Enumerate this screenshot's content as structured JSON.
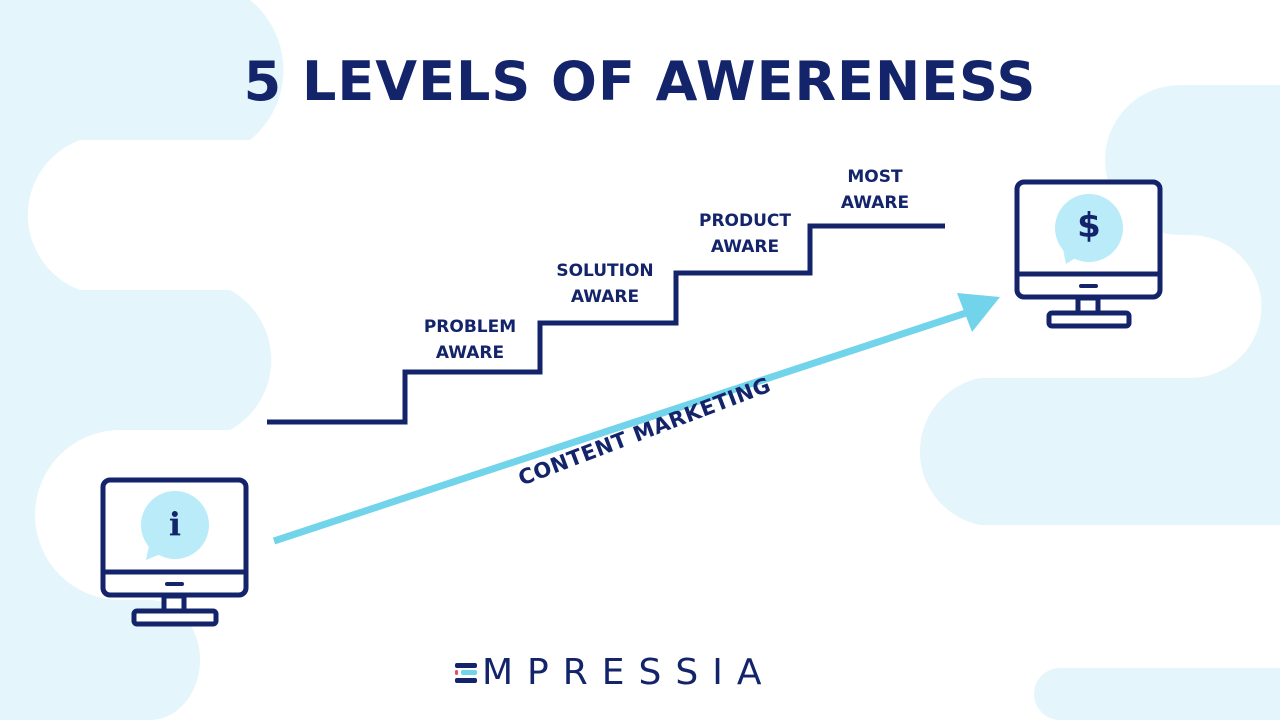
{
  "title": "5 LEVELS OF AWERENESS",
  "steps": [
    {
      "line1": "PROBLEM",
      "line2": "AWARE"
    },
    {
      "line1": "SOLUTION",
      "line2": "AWARE"
    },
    {
      "line1": "PRODUCT",
      "line2": "AWARE"
    },
    {
      "line1": "MOST",
      "line2": "AWARE"
    }
  ],
  "arrow_label": "CONTENT MARKETING",
  "left_icon": {
    "name": "info-monitor-icon",
    "glyph": "i"
  },
  "right_icon": {
    "name": "dollar-monitor-icon",
    "glyph": "$"
  },
  "brand": "MPRESSIA",
  "colors": {
    "navy": "#13246b",
    "cyan": "#71d4ea",
    "bubble": "#b9ebf8",
    "bg_blob": "#e4f6fb",
    "accent_red": "#e84b5a"
  }
}
